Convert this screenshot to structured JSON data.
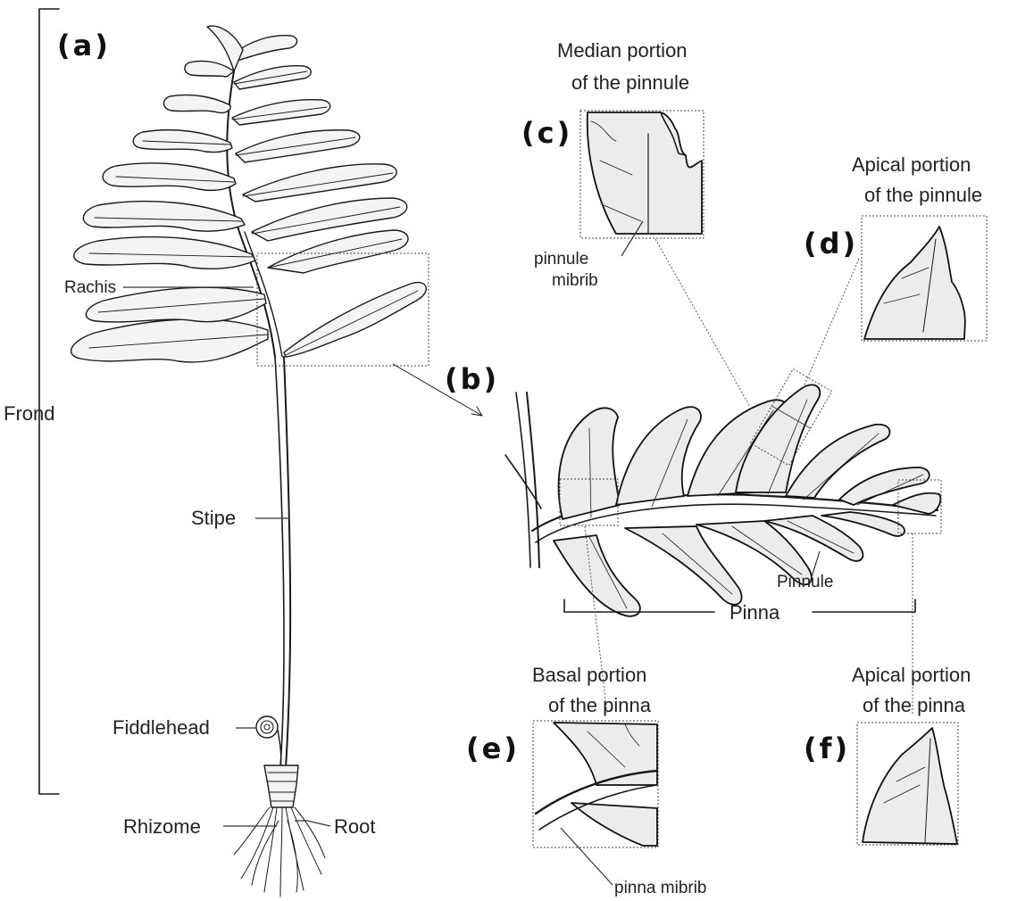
{
  "panels": {
    "a": "(a)",
    "b": "(b)",
    "c": "(c)",
    "d": "(d)",
    "e": "(e)",
    "f": "(f)"
  },
  "labels": {
    "frond": "Frond",
    "rachis": "Rachis",
    "stipe": "Stipe",
    "fiddlehead": "Fiddlehead",
    "rhizome": "Rhizome",
    "root": "Root",
    "pinnule": "Pinnule",
    "pinna": "Pinna",
    "pinnule_midrib_1": "pinnule",
    "pinnule_midrib_2": "mibrib",
    "pinna_midrib": "pinna mibrib"
  },
  "titles": {
    "c_line1": "Median portion",
    "c_line2": "of the pinnule",
    "d_line1": "Apical portion",
    "d_line2": "of the pinnule",
    "e_line1": "Basal portion",
    "e_line2": "of the pinna",
    "f_line1": "Apical portion",
    "f_line2": "of the pinna"
  }
}
